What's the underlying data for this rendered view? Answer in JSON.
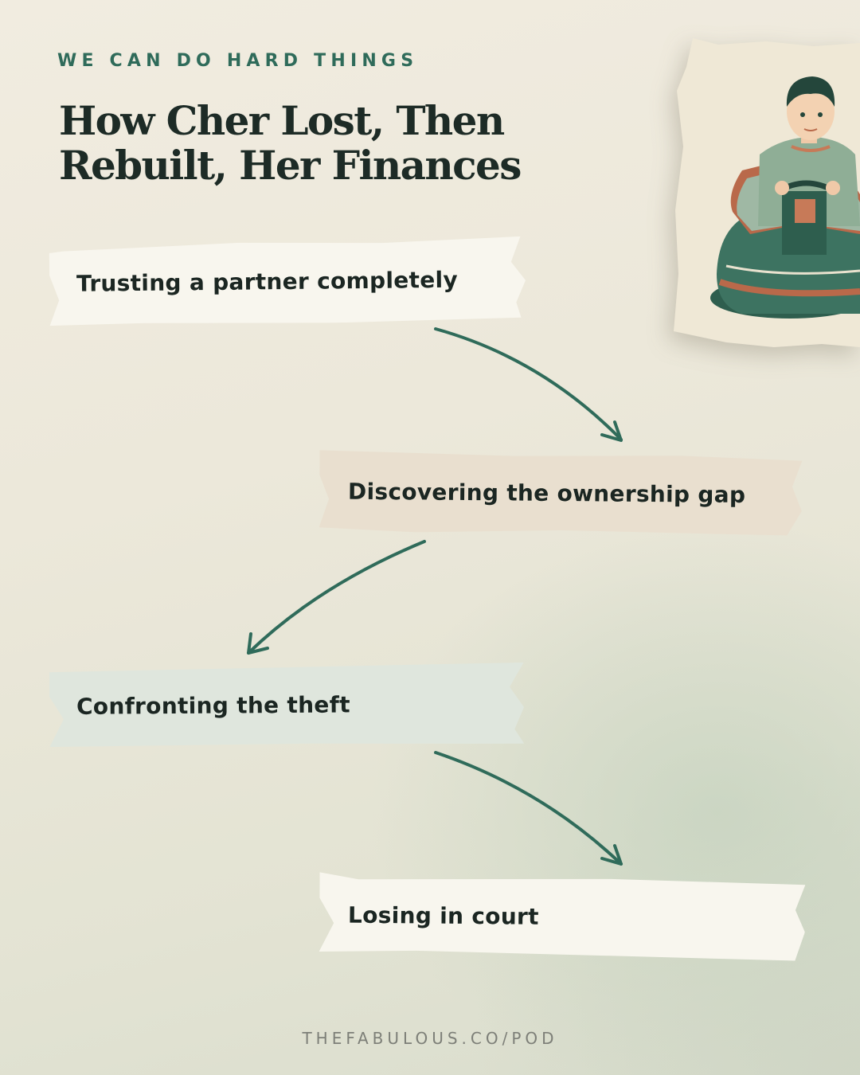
{
  "header": {
    "kicker": "WE CAN DO HARD THINGS",
    "title_line1": "How Cher Lost, Then",
    "title_line2": "Rebuilt, Her Finances"
  },
  "steps": [
    {
      "label": "Trusting a partner completely"
    },
    {
      "label": "Discovering the ownership gap"
    },
    {
      "label": "Confronting the theft"
    },
    {
      "label": "Losing in court"
    }
  ],
  "footer": {
    "url": "THEFABULOUS.CO/POD"
  },
  "colors": {
    "accent": "#2f6b5a",
    "title": "#1d2b26",
    "tape_cream": "#f8f6ee",
    "tape_beige": "#e9dfcf",
    "tape_sage": "#dfe6dd"
  },
  "illustration": {
    "icon": "bumper-car-driver-icon"
  }
}
